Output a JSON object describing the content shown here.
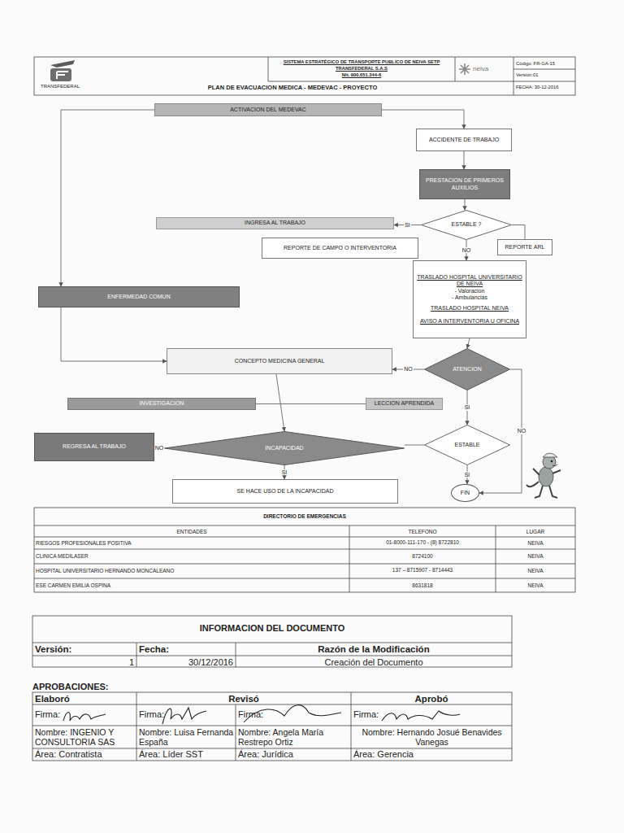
{
  "diagram": {
    "title": "PLAN DE EVACUACION MEDICA - MEDEVAC - PROYECTO",
    "nodes": [
      {
        "text": [
          "ACTIVACION DEL MEDEVAC"
        ]
      },
      {
        "text": [
          "ACCIDENTE DE TRABAJO"
        ]
      },
      {
        "text": [
          "PRESTACION DE PRIMEROS AUXILIOS"
        ]
      },
      {
        "text": [
          "ESTABLE ?"
        ]
      },
      {
        "text": [
          "INGRESA AL TRABAJO"
        ]
      },
      {
        "text": [
          "REPORTE DE CAMPO O INTERVENTORIA"
        ]
      },
      {
        "text": [
          "REPORTE ARL"
        ]
      },
      {
        "text": [
          "TRASLADO HOSPITAL UNIVERSITARIO DE NEIVA",
          "- Valoracion",
          "- Ambulancias",
          "TRASLADO HOSPITAL NEIVA",
          "AVISO A INTERVENTORIA U OFICINA"
        ]
      },
      {
        "text": [
          "ENFERMEDAD COMUN"
        ]
      },
      {
        "text": [
          "CONCEPTO MEDICINA GENERAL"
        ]
      },
      {
        "text": [
          "ATENCION"
        ]
      },
      {
        "text": [
          "INVESTIGACION"
        ]
      },
      {
        "text": [
          "LECCION APRENDIDA"
        ]
      },
      {
        "text": [
          "ESTABLE"
        ]
      },
      {
        "text": [
          "REGRESA AL TRABAJO"
        ]
      },
      {
        "text": [
          "INCAPACIDAD"
        ]
      },
      {
        "text": [
          "SE HACE USO DE LA INCAPACIDAD"
        ]
      },
      {
        "text": [
          "FIN"
        ]
      }
    ],
    "edges": [
      {
        "from": 0,
        "to": 1,
        "arrow": "to"
      },
      {
        "from": 0,
        "to": 8,
        "arrow": "to"
      },
      {
        "from": 1,
        "to": 2,
        "arrow": "to"
      },
      {
        "from": 2,
        "to": 3,
        "arrow": "to"
      },
      {
        "from": 3,
        "to": 4,
        "arrow": "to",
        "label": "SI"
      },
      {
        "from": 3,
        "to": 7,
        "arrow": "to",
        "label": "NO"
      },
      {
        "from": 3,
        "to": 6,
        "arrow": "none"
      },
      {
        "from": 8,
        "to": 9,
        "arrow": "to"
      },
      {
        "from": 7,
        "to": 10,
        "arrow": "to"
      },
      {
        "from": 10,
        "to": 9,
        "arrow": "to",
        "label": "NO"
      },
      {
        "from": 9,
        "to": 15,
        "arrow": "to"
      },
      {
        "from": 11,
        "to": 12,
        "arrow": "none"
      },
      {
        "from": 10,
        "to": 13,
        "arrow": "to",
        "label": "SI"
      },
      {
        "from": 13,
        "to": 15,
        "arrow": "none"
      },
      {
        "from": 15,
        "to": 14,
        "arrow": "to",
        "label": "NO"
      },
      {
        "from": 15,
        "to": 16,
        "arrow": "to",
        "label": "SI"
      },
      {
        "from": 13,
        "to": 17,
        "arrow": "to",
        "label": "SI"
      },
      {
        "from": 10,
        "to": 17,
        "arrow": "to",
        "label": "NO"
      }
    ],
    "labels": [
      "SISTEMA ESTRATÉGICO DE TRANSPORTE PUBLICO DE NEIVA SETP",
      "TRANSFEDERAL S.A.S",
      "NIt. 900.651.344-6",
      "TRANSFEDERAL",
      "neiva",
      "Código: FR-GA-15",
      "Versión:01",
      "FECHA: 30-12-2016",
      "DIRECTORIO DE EMERGENCIAS",
      "ENTIDADES",
      "TELEFONO",
      "LUGAR",
      "RIESGOS PROFESIONALES POSITIVA",
      "01-8000-111-170 - (8) 8722810",
      "NEIVA",
      "CLINICA MEDILASER",
      "8724100",
      "NEIVA",
      "HOSPITAL UNIVERSITARIO HERNANDO MONCALEANO",
      "137 – 8715907 - 8714443",
      "NEIVA",
      "ESE CARMEN EMILIA OSPINA",
      "8631818",
      "NEIVA",
      "INFORMACION DEL DOCUMENTO",
      "Versión:",
      "Fecha:",
      "Razón de la Modificación",
      "1",
      "30/12/2016",
      "Creación del Documento",
      "APROBACIONES:",
      "Elaboró",
      "Revisó",
      "Aprobó",
      "Firma:",
      "Firma:",
      "Firma:",
      "Firma:",
      "Nombre: INGENIO Y CONSULTORIA SAS",
      "Nombre: Luisa Fernanda España",
      "Nombre: Angela María Restrepo Ortiz",
      "Nombre: Hernando Josué Benavides Vanegas",
      "Área: Contratista",
      "Área: Líder SST",
      "Área: Jurídica",
      "Área: Gerencia"
    ]
  }
}
